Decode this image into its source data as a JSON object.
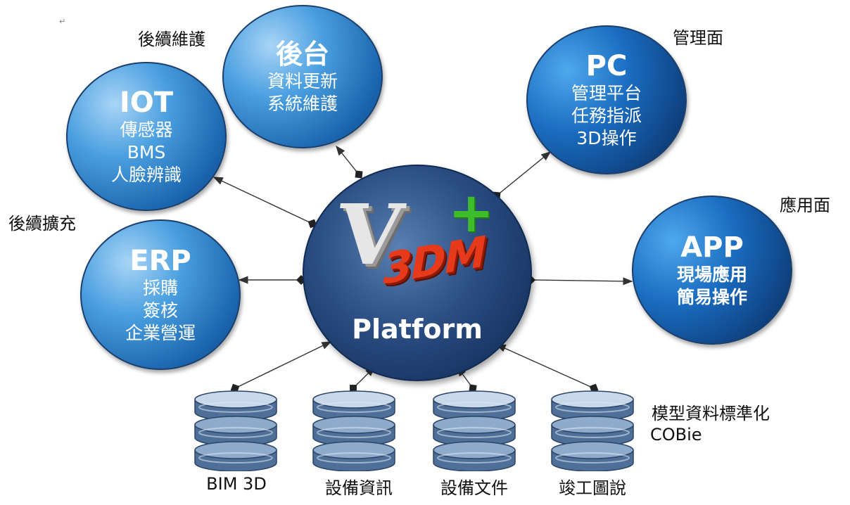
{
  "hub": {
    "label": "Platform",
    "logo_letter": "V",
    "logo_plus": "+",
    "logo_text": "3DM"
  },
  "nodes": {
    "backend": {
      "title": "後台",
      "lines": [
        "資料更新",
        "系統維護"
      ]
    },
    "iot": {
      "title": "IOT",
      "lines": [
        "傳感器",
        "BMS",
        "人臉辨識"
      ]
    },
    "erp": {
      "title": "ERP",
      "lines": [
        "採購",
        "簽核",
        "企業營運"
      ]
    },
    "pc": {
      "title": "PC",
      "lines": [
        "管理平台",
        "任務指派",
        "3D操作"
      ]
    },
    "app": {
      "title": "APP",
      "lines": [
        "現場應用",
        "簡易操作"
      ]
    }
  },
  "side_labels": {
    "maintenance": "後續維護",
    "management": "管理面",
    "application": "應用面",
    "expansion": "後續擴充",
    "standard": "模型資料標準化",
    "cobie": "COBie"
  },
  "databases": [
    "BIM 3D",
    "設備資訊",
    "設備文件",
    "竣工圖說"
  ],
  "paragraph_mark": "↵",
  "colors": {
    "node_light": "#4a9fe0",
    "node_dark": "#0e3f7c",
    "hub": "#1c3866",
    "logo_red": "#e63a1a",
    "logo_green": "#3dbd2c",
    "database": "#5d7fa8",
    "connector": "#333333"
  },
  "icons": [
    "database-icon",
    "connector-arrow"
  ]
}
